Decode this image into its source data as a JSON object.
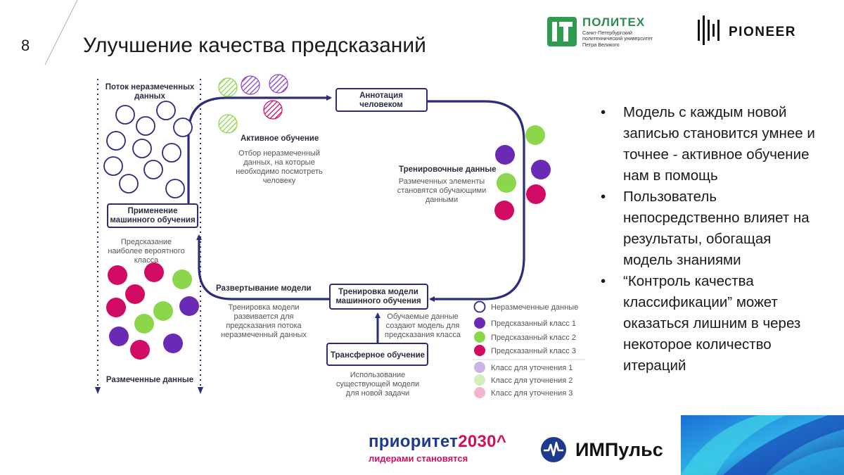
{
  "slide": {
    "number": "8",
    "title": "Улучшение качества предсказаний"
  },
  "logos": {
    "politech_name": "ПОЛИТЕХ",
    "politech_line1": "Санкт-Петербургский",
    "politech_line2": "политехнический университет",
    "politech_line3": "Петра Великого",
    "pioneer": "PIONEER",
    "priority_main": "приоритет",
    "priority_num": "2030^",
    "priority_tagline": "лидерами становятся",
    "impulse": "ИМПульс"
  },
  "diagram": {
    "left_column": {
      "top_label": [
        "Поток неразмеченных",
        "данных"
      ],
      "bottom_label": "Размеченные данные"
    },
    "boxes": {
      "ml_apply": [
        "Применение",
        "машинного обучения"
      ],
      "annotation": [
        "Аннотация",
        "человеком"
      ],
      "training": [
        "Тренировка модели",
        "машинного обучения"
      ],
      "transfer": [
        "Трансферное обучение"
      ]
    },
    "labels": {
      "prediction": [
        "Предсказание",
        "наиболее вероятного",
        "класса"
      ],
      "active_title": "Активное обучение",
      "active_desc": [
        "Отбор неразмеченный",
        "данных, на которые",
        "необходимо посмотреть",
        "человеку"
      ],
      "train_data_title": "Тренировочные данные",
      "train_data_desc": [
        "Размеченных элементы",
        "становятся обучающими",
        "данными"
      ],
      "deploy_title": "Развертывание модели",
      "deploy_desc": [
        "Тренировка модели",
        "развивается для",
        "предсказания потока",
        "неразмеченный данных"
      ],
      "trained_desc": [
        "Обучаемые данные",
        "создают модель для",
        "предсказания класса"
      ],
      "transfer_desc": [
        "Использование",
        "существующей модели",
        "для новой задачи"
      ]
    },
    "legend": [
      {
        "label": "Неразмеченные данные",
        "kind": "empty"
      },
      {
        "label": "Предсказанный класс 1",
        "kind": "class1"
      },
      {
        "label": "Предсказанный класс 2",
        "kind": "class2"
      },
      {
        "label": "Предсказанный класс 3",
        "kind": "class3"
      },
      {
        "label": "Класс для уточнения 1",
        "kind": "refine1"
      },
      {
        "label": "Класс для уточнения 2",
        "kind": "refine2"
      },
      {
        "label": "Класс для уточнения 3",
        "kind": "refine3"
      }
    ],
    "colors": {
      "navy": "#2b2d7a",
      "purple": "#6a2ab5",
      "green": "#8bd64a",
      "magenta": "#d10a64",
      "refine_purple": "#c9b3e8",
      "refine_green": "#d2efbb",
      "refine_magenta": "#f3b3cf"
    }
  },
  "bullets": [
    "Модель с каждым новой записью становится умнее и точнее - активное обучение нам в помощь",
    "Пользователь непосредственно влияет на результаты, обогащая модель знаниями",
    "“Контроль качества классификации” может оказаться лишним в через некоторое количество итераций"
  ]
}
